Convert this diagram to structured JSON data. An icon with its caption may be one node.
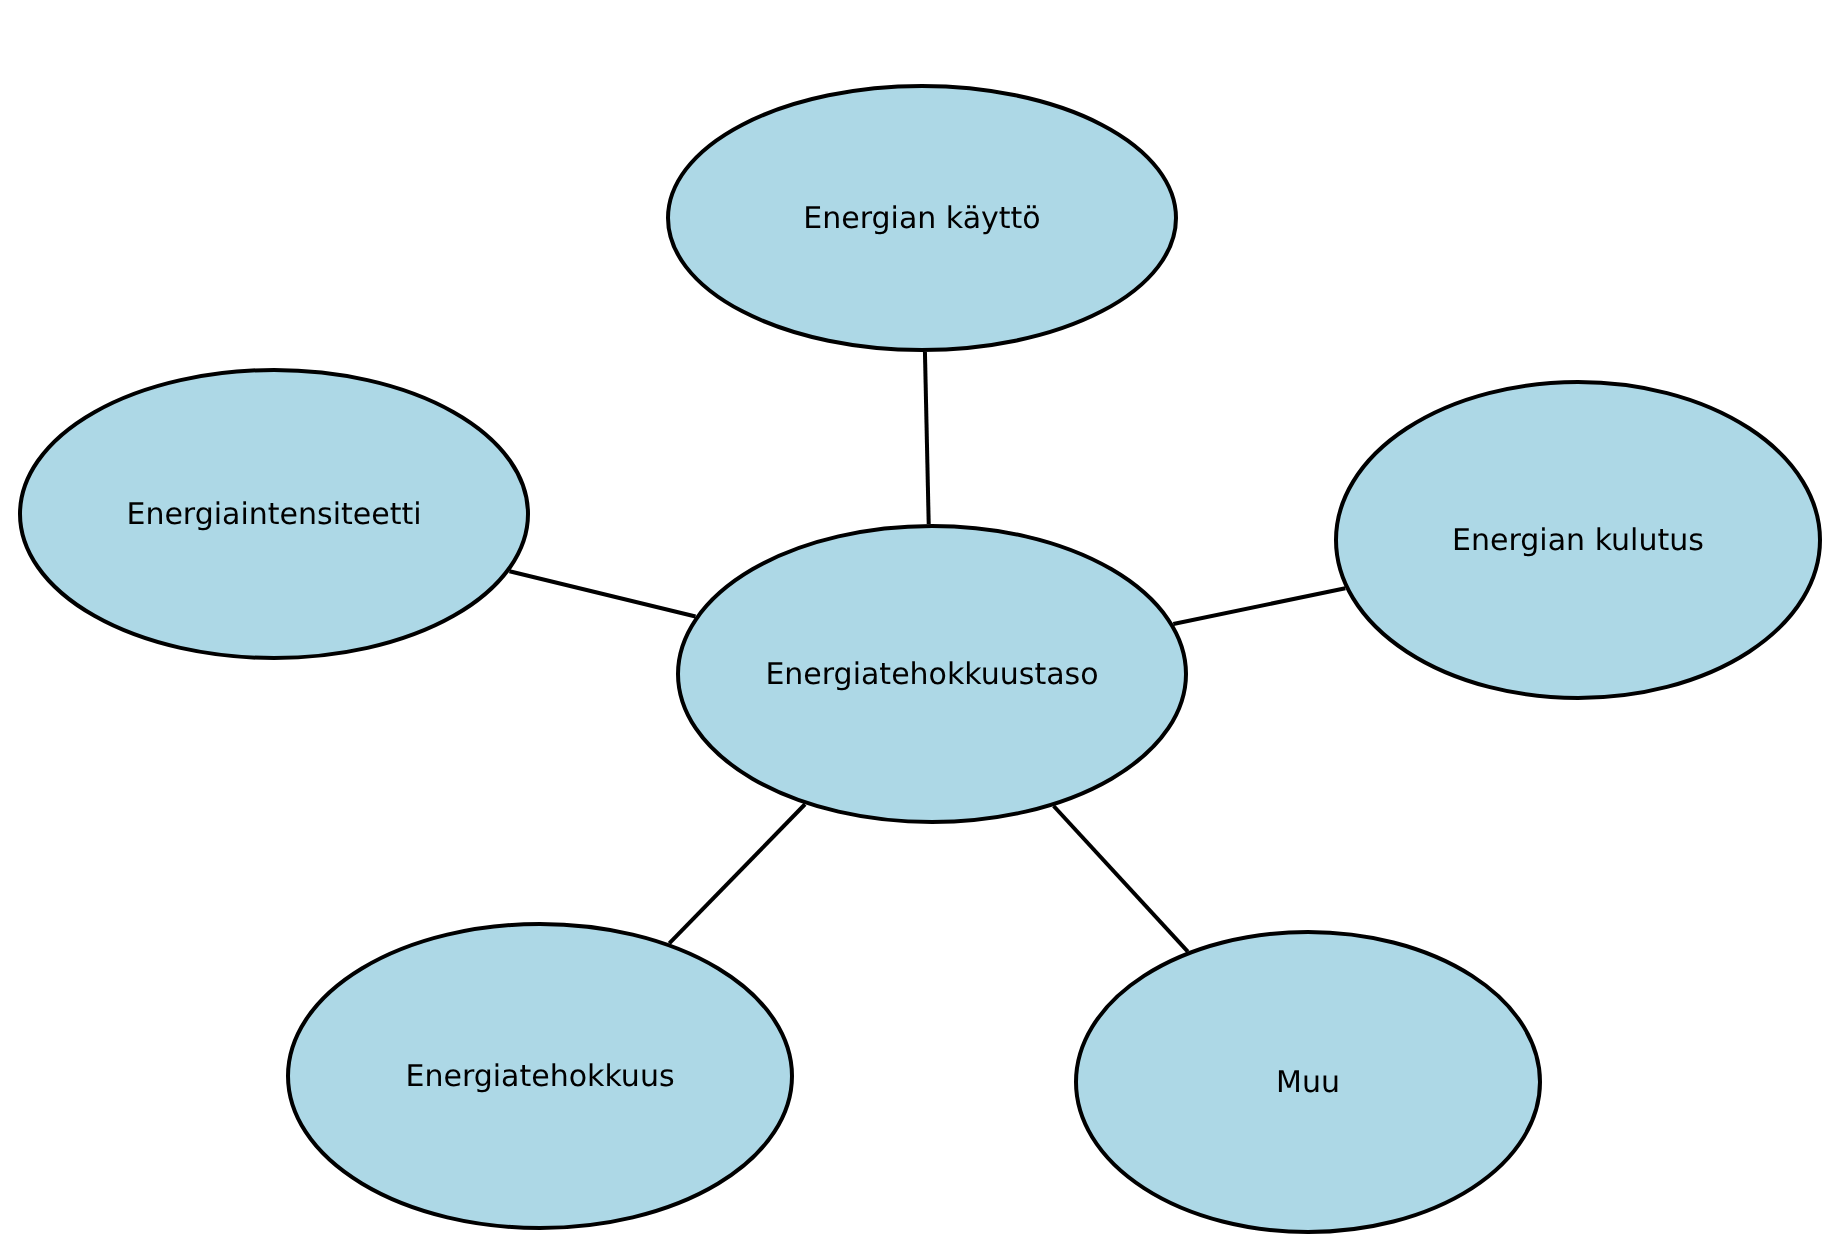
{
  "diagram": {
    "nodes": [
      {
        "text": [
          "Energian käyttö"
        ]
      },
      {
        "text": [
          "Energiaintensiteetti"
        ]
      },
      {
        "text": [
          "Energian kulutus"
        ]
      },
      {
        "text": [
          "Energiatehokkuustaso"
        ]
      },
      {
        "text": [
          "Energiatehokkuus"
        ]
      },
      {
        "text": [
          "Muu"
        ]
      }
    ],
    "edges": [
      {
        "from": 3,
        "to": 0,
        "arrow": "none"
      },
      {
        "from": 3,
        "to": 1,
        "arrow": "none"
      },
      {
        "from": 3,
        "to": 2,
        "arrow": "none"
      },
      {
        "from": 3,
        "to": 4,
        "arrow": "none"
      },
      {
        "from": 3,
        "to": 5,
        "arrow": "none"
      }
    ]
  }
}
